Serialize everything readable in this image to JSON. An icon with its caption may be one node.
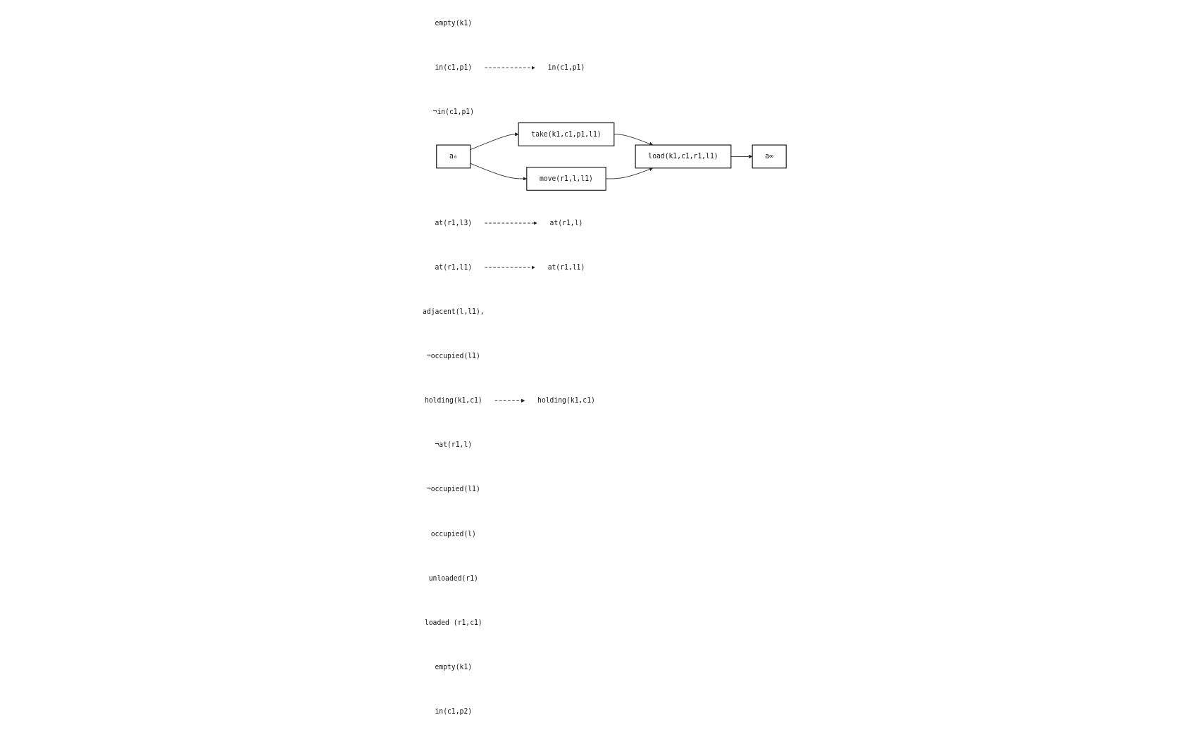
{
  "diagram": {
    "nodes": [
      {
        "text": [
          "in(c1,p1)"
        ]
      },
      {
        "text": [
          "empty(k1)"
        ]
      },
      {
        "text": [
          "take(k1,c1,p1,l1)"
        ]
      },
      {
        "text": [
          "holding(k1,c1)"
        ]
      },
      {
        "text": [
          "¬in(c1,p1)"
        ]
      },
      {
        "text": [
          "a₀"
        ]
      },
      {
        "text": [
          "in(c1,p1)"
        ]
      },
      {
        "text": [
          "at(r1,l3)"
        ]
      },
      {
        "text": [
          "adjacent(l,l1),"
        ]
      },
      {
        "text": [
          "at(r1,l)"
        ]
      },
      {
        "text": [
          "¬occupied(l1)"
        ]
      },
      {
        "text": [
          "move(r1,l,l1)"
        ]
      },
      {
        "text": [
          "at(r1,l1)"
        ]
      },
      {
        "text": [
          "¬at(r1,l)"
        ]
      },
      {
        "text": [
          "¬occupied(l1)"
        ]
      },
      {
        "text": [
          "occupied(l)"
        ]
      },
      {
        "text": [
          "at(r1,l1)"
        ]
      },
      {
        "text": [
          "holding(k1,c1)"
        ]
      },
      {
        "text": [
          "unloaded(r1)"
        ]
      },
      {
        "text": [
          "load(k1,c1,r1,l1)"
        ]
      },
      {
        "text": [
          "loaded (r1,c1)"
        ]
      },
      {
        "text": [
          "empty(k1)"
        ]
      },
      {
        "text": [
          "in(c1,p2)"
        ]
      },
      {
        "text": [
          "a∞"
        ]
      }
    ],
    "edges": [
      {
        "from": 5,
        "to": 2,
        "arrow": "to"
      },
      {
        "from": 5,
        "to": 11,
        "arrow": "to"
      },
      {
        "from": 2,
        "to": 19,
        "arrow": "to"
      },
      {
        "from": 11,
        "to": 19,
        "arrow": "to"
      },
      {
        "from": 19,
        "to": 23,
        "arrow": "to"
      },
      {
        "from": 6,
        "to": 0,
        "arrow": "to",
        "style": "dashed"
      },
      {
        "from": 7,
        "to": 9,
        "arrow": "to",
        "style": "dashed"
      },
      {
        "from": 3,
        "to": 17,
        "arrow": "to",
        "style": "dashed"
      },
      {
        "from": 12,
        "to": 16,
        "arrow": "to",
        "style": "dashed"
      }
    ]
  }
}
